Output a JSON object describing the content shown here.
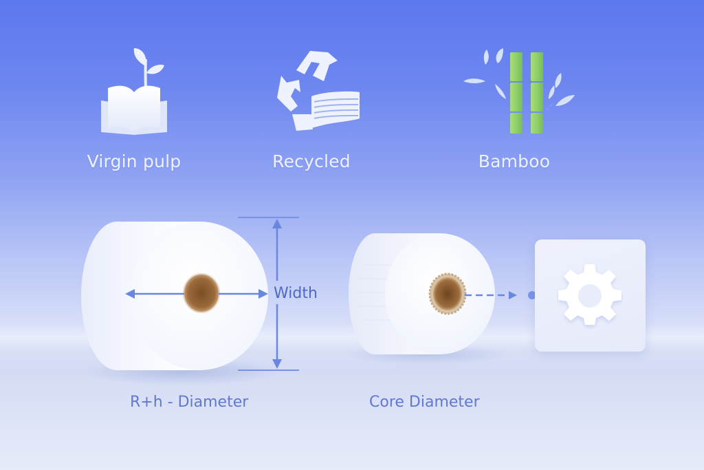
{
  "materials": [
    {
      "id": "virgin-pulp",
      "label": "Virgin pulp",
      "icon": "book-sprout-icon"
    },
    {
      "id": "recycled",
      "label": "Recycled",
      "icon": "recycle-towels-icon"
    },
    {
      "id": "bamboo",
      "label": "Bamboo",
      "icon": "bamboo-icon"
    }
  ],
  "dimensions": {
    "width_label": "Width",
    "diameter_label": "R+h - Diameter",
    "core_label": "Core Diameter"
  },
  "settings": {
    "icon": "gear-icon"
  },
  "colors": {
    "background_top": "#5d78ee",
    "background_bottom": "#e4e9f8",
    "dimension_line": "#6a87e0",
    "dimension_text": "#5a72c9",
    "core_brown": "#8a5a2e",
    "bamboo_green": "#8fd06a",
    "label_white": "#eef2ff"
  }
}
